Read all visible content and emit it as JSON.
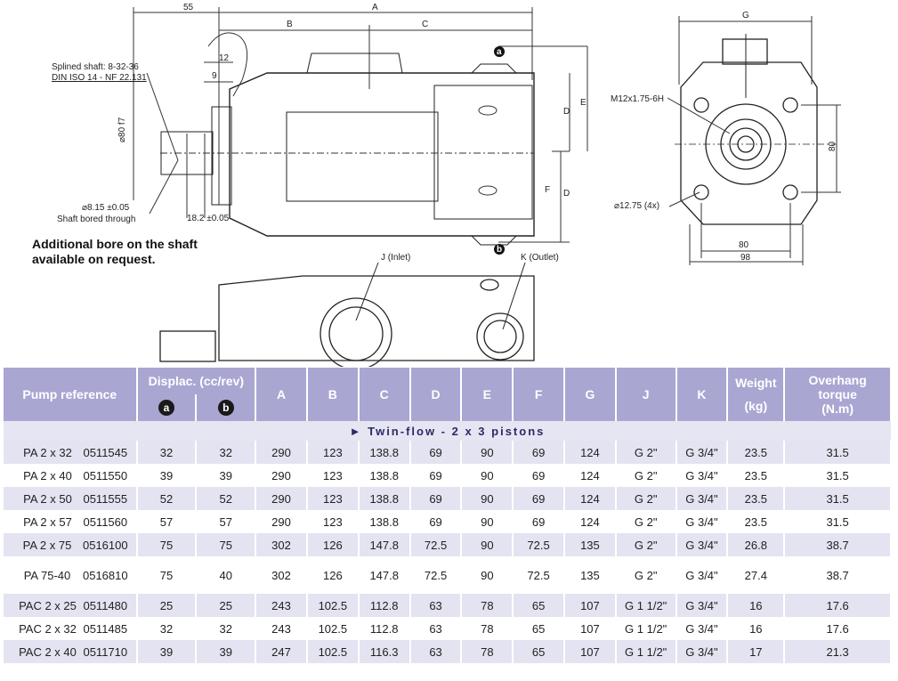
{
  "drawing": {
    "dims": {
      "d55": "55",
      "A": "A",
      "B": "B",
      "C": "C",
      "G": "G",
      "D": "D",
      "E": "E",
      "F": "F",
      "d12": "12",
      "d9": "9",
      "d80f7": "⌀80 f7",
      "d80a": "80",
      "d80b": "80",
      "d98": "98",
      "d182": "18.2 ±0.05",
      "d815": "⌀8.15 ±0.05",
      "d1275": "⌀12.75 (4x)",
      "m12": "M12x1.75-6H"
    },
    "splined_shaft_line1": "Splined shaft: 8-32-36",
    "splined_shaft_line2": "DIN ISO 14 - NF 22.131",
    "shaft_bored": "Shaft bored through",
    "port_a": "a",
    "port_b": "b",
    "inlet": "J (Inlet)",
    "outlet": "K (Outlet)",
    "note_line1": "Additional bore on the shaft",
    "note_line2": "available on request."
  },
  "table": {
    "headers": {
      "pump_reference": "Pump reference",
      "displac": "Displac. (cc/rev)",
      "a": "a",
      "b": "b",
      "cols": [
        "A",
        "B",
        "C",
        "D",
        "E",
        "F",
        "G",
        "J",
        "K"
      ],
      "weight_1": "Weight",
      "weight_2": "(kg)",
      "overhang_1": "Overhang",
      "overhang_2": "torque",
      "overhang_3": "(N.m)"
    },
    "section_title": "► Twin-flow - 2 x 3 pistons",
    "rows": [
      {
        "model": "PA 2 x 32",
        "code": "0511545",
        "a": "32",
        "b": "32",
        "A": "290",
        "B": "123",
        "C": "138.8",
        "D": "69",
        "E": "90",
        "F": "69",
        "G": "124",
        "J": "G 2\"",
        "K": "G 3/4\"",
        "weight": "23.5",
        "torque": "31.5"
      },
      {
        "model": "PA 2 x 40",
        "code": "0511550",
        "a": "39",
        "b": "39",
        "A": "290",
        "B": "123",
        "C": "138.8",
        "D": "69",
        "E": "90",
        "F": "69",
        "G": "124",
        "J": "G 2\"",
        "K": "G 3/4\"",
        "weight": "23.5",
        "torque": "31.5"
      },
      {
        "model": "PA 2 x 50",
        "code": "0511555",
        "a": "52",
        "b": "52",
        "A": "290",
        "B": "123",
        "C": "138.8",
        "D": "69",
        "E": "90",
        "F": "69",
        "G": "124",
        "J": "G 2\"",
        "K": "G 3/4\"",
        "weight": "23.5",
        "torque": "31.5"
      },
      {
        "model": "PA 2 x 57",
        "code": "0511560",
        "a": "57",
        "b": "57",
        "A": "290",
        "B": "123",
        "C": "138.8",
        "D": "69",
        "E": "90",
        "F": "69",
        "G": "124",
        "J": "G 2\"",
        "K": "G 3/4\"",
        "weight": "23.5",
        "torque": "31.5"
      },
      {
        "model": "PA 2 x 75",
        "code": "0516100",
        "a": "75",
        "b": "75",
        "A": "302",
        "B": "126",
        "C": "147.8",
        "D": "72.5",
        "E": "90",
        "F": "72.5",
        "G": "135",
        "J": "G 2\"",
        "K": "G 3/4\"",
        "weight": "26.8",
        "torque": "38.7"
      },
      {
        "model": "PA 75-40",
        "code": "0516810",
        "a": "75",
        "b": "40",
        "A": "302",
        "B": "126",
        "C": "147.8",
        "D": "72.5",
        "E": "90",
        "F": "72.5",
        "G": "135",
        "J": "G 2\"",
        "K": "G 3/4\"",
        "weight": "27.4",
        "torque": "38.7"
      },
      {
        "model": "PAC 2 x 25",
        "code": "0511480",
        "a": "25",
        "b": "25",
        "A": "243",
        "B": "102.5",
        "C": "112.8",
        "D": "63",
        "E": "78",
        "F": "65",
        "G": "107",
        "J": "G 1 1/2\"",
        "K": "G 3/4\"",
        "weight": "16",
        "torque": "17.6"
      },
      {
        "model": "PAC 2 x 32",
        "code": "0511485",
        "a": "32",
        "b": "32",
        "A": "243",
        "B": "102.5",
        "C": "112.8",
        "D": "63",
        "E": "78",
        "F": "65",
        "G": "107",
        "J": "G 1 1/2\"",
        "K": "G 3/4\"",
        "weight": "16",
        "torque": "17.6"
      },
      {
        "model": "PAC 2 x 40",
        "code": "0511710",
        "a": "39",
        "b": "39",
        "A": "247",
        "B": "102.5",
        "C": "116.3",
        "D": "63",
        "E": "78",
        "F": "65",
        "G": "107",
        "J": "G 1 1/2\"",
        "K": "G 3/4\"",
        "weight": "17",
        "torque": "21.3"
      }
    ]
  }
}
